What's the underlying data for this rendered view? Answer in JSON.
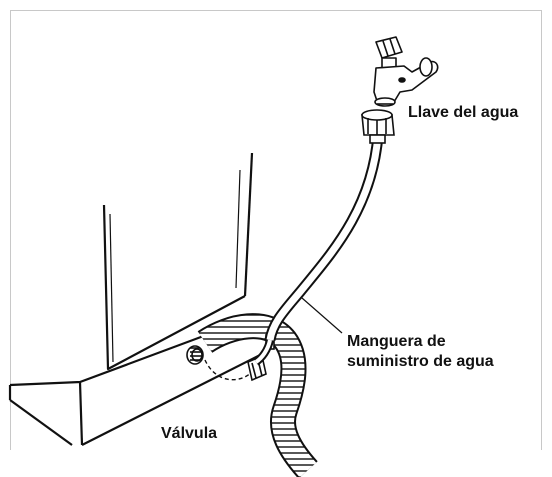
{
  "labels": {
    "faucet": "Llave del agua",
    "hose_line1": "Manguera de",
    "hose_line2": "suministro de agua",
    "valve": "Válvula"
  },
  "colors": {
    "line": "#111111",
    "frame": "#c8c8c8",
    "background": "#ffffff"
  },
  "icons": {
    "faucet": "water-faucet-icon",
    "valve": "inlet-valve-icon",
    "hose": "supply-hose-icon",
    "drain_hose": "corrugated-drain-hose-icon"
  }
}
